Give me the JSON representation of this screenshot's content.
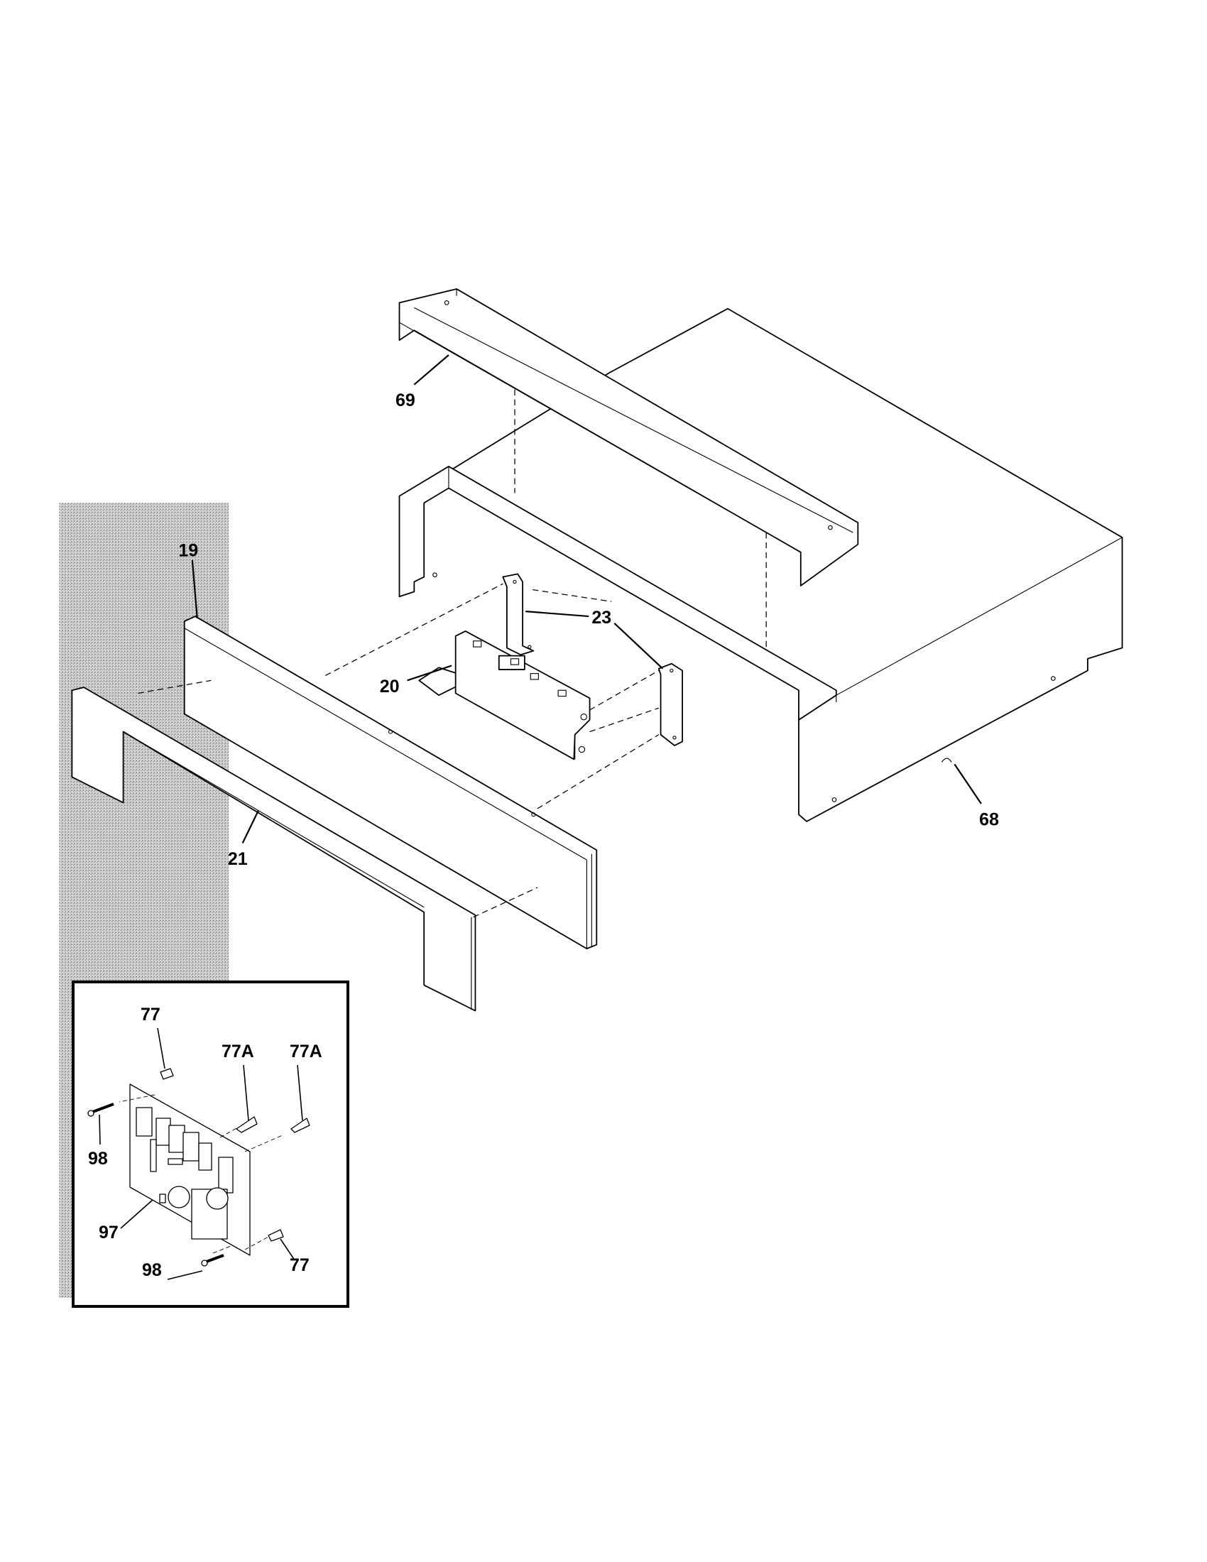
{
  "diagram": {
    "title": "Control panel exploded parts diagram",
    "callouts": {
      "p69": "69",
      "p19": "19",
      "p23": "23",
      "p20": "20",
      "p68": "68",
      "p21": "21"
    },
    "inset": {
      "p77_top": "77",
      "p77a_left": "77A",
      "p77a_right": "77A",
      "p98_top": "98",
      "p97": "97",
      "p98_bottom": "98",
      "p77_bottom": "77"
    },
    "colors": {
      "line": "#000000",
      "hatch": "#9a9a9a",
      "background": "#ffffff"
    }
  }
}
